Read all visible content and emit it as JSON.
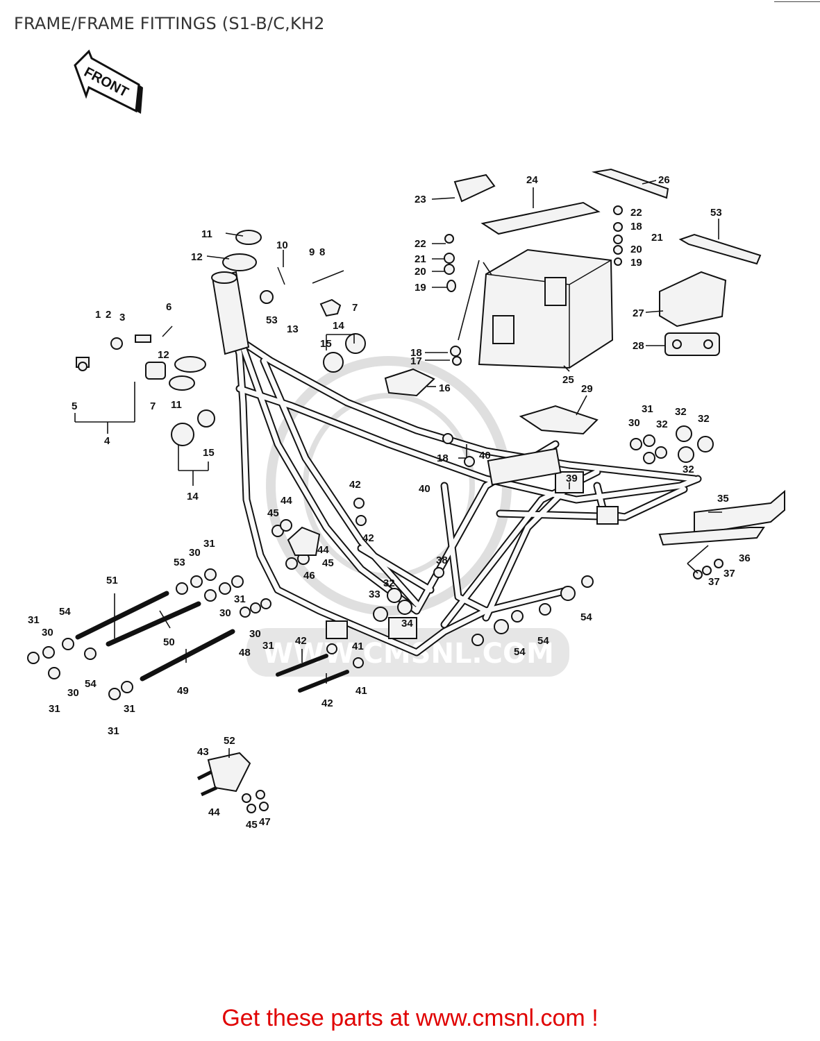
{
  "title": "FRAME/FRAME FITTINGS (S1-B/C,KH2",
  "front_arrow": "FRONT",
  "watermark": "WWW.CMSNL.COM",
  "footer": "Get these parts at www.cmsnl.com !",
  "callouts": [
    "1",
    "2",
    "3",
    "4",
    "5",
    "6",
    "7",
    "7",
    "8",
    "9",
    "10",
    "11",
    "11",
    "12",
    "12",
    "13",
    "14",
    "14",
    "15",
    "15",
    "16",
    "17",
    "18",
    "18",
    "18",
    "19",
    "19",
    "20",
    "20",
    "21",
    "21",
    "22",
    "22",
    "23",
    "24",
    "25",
    "26",
    "27",
    "28",
    "29",
    "30",
    "30",
    "30",
    "30",
    "30",
    "30",
    "31",
    "31",
    "31",
    "31",
    "31",
    "31",
    "31",
    "31",
    "32",
    "32",
    "32",
    "32",
    "32",
    "33",
    "34",
    "35",
    "36",
    "37",
    "37",
    "38",
    "39",
    "40",
    "40",
    "41",
    "41",
    "42",
    "42",
    "42",
    "42",
    "43",
    "44",
    "44",
    "44",
    "45",
    "45",
    "45",
    "46",
    "47",
    "48",
    "49",
    "50",
    "51",
    "52",
    "53",
    "53",
    "53",
    "54",
    "54",
    "54",
    "54",
    "54"
  ]
}
